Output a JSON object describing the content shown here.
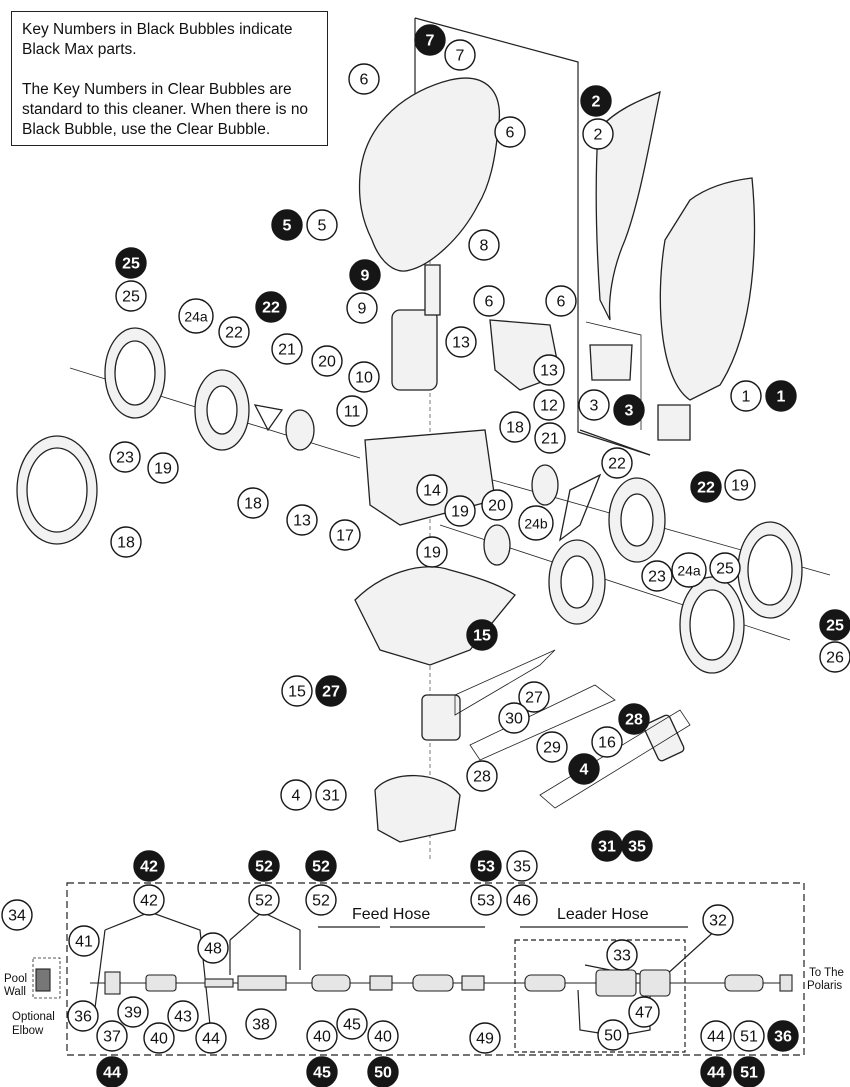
{
  "note": {
    "line1": "Key Numbers in Black Bubbles indicate Black Max parts.",
    "line2": "The Key Numbers in Clear Bubbles are standard to this cleaner. When there is no Black Bubble, use the Clear Bubble."
  },
  "labels": {
    "feed_hose": "Feed Hose",
    "leader_hose": "Leader Hose",
    "pool_wall_1": "Pool",
    "pool_wall_2": "Wall",
    "optional_1": "Optional",
    "optional_2": "Elbow",
    "to_polaris_1": "To The",
    "to_polaris_2": "Polaris"
  },
  "callouts": [
    {
      "n": "7",
      "black": true
    },
    {
      "n": "7",
      "black": false
    },
    {
      "n": "6",
      "black": false
    },
    {
      "n": "6",
      "black": false
    },
    {
      "n": "2",
      "black": true
    },
    {
      "n": "2",
      "black": false
    },
    {
      "n": "5",
      "black": true
    },
    {
      "n": "5",
      "black": false
    },
    {
      "n": "8",
      "black": false
    },
    {
      "n": "9",
      "black": true
    },
    {
      "n": "9",
      "black": false
    },
    {
      "n": "25",
      "black": true
    },
    {
      "n": "25",
      "black": false
    },
    {
      "n": "24a",
      "black": false
    },
    {
      "n": "22",
      "black": true
    },
    {
      "n": "22",
      "black": false
    },
    {
      "n": "21",
      "black": false
    },
    {
      "n": "20",
      "black": false
    },
    {
      "n": "6",
      "black": false
    },
    {
      "n": "6",
      "black": false
    },
    {
      "n": "13",
      "black": false
    },
    {
      "n": "10",
      "black": false
    },
    {
      "n": "11",
      "black": false
    },
    {
      "n": "13",
      "black": false
    },
    {
      "n": "12",
      "black": false
    },
    {
      "n": "3",
      "black": false
    },
    {
      "n": "3",
      "black": true
    },
    {
      "n": "1",
      "black": false
    },
    {
      "n": "1",
      "black": true
    },
    {
      "n": "23",
      "black": false
    },
    {
      "n": "19",
      "black": false
    },
    {
      "n": "18",
      "black": false
    },
    {
      "n": "13",
      "black": false
    },
    {
      "n": "21",
      "black": false
    },
    {
      "n": "22",
      "black": false
    },
    {
      "n": "22",
      "black": true
    },
    {
      "n": "19",
      "black": false
    },
    {
      "n": "18",
      "black": false
    },
    {
      "n": "14",
      "black": false
    },
    {
      "n": "17",
      "black": false
    },
    {
      "n": "19",
      "black": false
    },
    {
      "n": "20",
      "black": false
    },
    {
      "n": "24b",
      "black": false
    },
    {
      "n": "18",
      "black": false
    },
    {
      "n": "19",
      "black": false
    },
    {
      "n": "23",
      "black": false
    },
    {
      "n": "24a",
      "black": false
    },
    {
      "n": "25",
      "black": false
    },
    {
      "n": "25",
      "black": true
    },
    {
      "n": "26",
      "black": false
    },
    {
      "n": "15",
      "black": true
    },
    {
      "n": "15",
      "black": false
    },
    {
      "n": "27",
      "black": true
    },
    {
      "n": "27",
      "black": false
    },
    {
      "n": "30",
      "black": false
    },
    {
      "n": "28",
      "black": true
    },
    {
      "n": "29",
      "black": false
    },
    {
      "n": "16",
      "black": false
    },
    {
      "n": "28",
      "black": false
    },
    {
      "n": "4",
      "black": true
    },
    {
      "n": "4",
      "black": false
    },
    {
      "n": "31",
      "black": false
    },
    {
      "n": "31",
      "black": true
    },
    {
      "n": "35",
      "black": true
    },
    {
      "n": "42",
      "black": true
    },
    {
      "n": "52",
      "black": true
    },
    {
      "n": "52",
      "black": true
    },
    {
      "n": "53",
      "black": true
    },
    {
      "n": "35",
      "black": false
    },
    {
      "n": "42",
      "black": false
    },
    {
      "n": "52",
      "black": false
    },
    {
      "n": "52",
      "black": false
    },
    {
      "n": "53",
      "black": false
    },
    {
      "n": "46",
      "black": false
    },
    {
      "n": "32",
      "black": false
    },
    {
      "n": "34",
      "black": false
    },
    {
      "n": "41",
      "black": false
    },
    {
      "n": "48",
      "black": false
    },
    {
      "n": "33",
      "black": false
    },
    {
      "n": "36",
      "black": false
    },
    {
      "n": "37",
      "black": false
    },
    {
      "n": "39",
      "black": false
    },
    {
      "n": "43",
      "black": false
    },
    {
      "n": "38",
      "black": false
    },
    {
      "n": "40",
      "black": false
    },
    {
      "n": "44",
      "black": false
    },
    {
      "n": "40",
      "black": false
    },
    {
      "n": "45",
      "black": false
    },
    {
      "n": "40",
      "black": false
    },
    {
      "n": "49",
      "black": false
    },
    {
      "n": "47",
      "black": false
    },
    {
      "n": "50",
      "black": false
    },
    {
      "n": "44",
      "black": false
    },
    {
      "n": "51",
      "black": false
    },
    {
      "n": "36",
      "black": true
    },
    {
      "n": "44",
      "black": true
    },
    {
      "n": "45",
      "black": true
    },
    {
      "n": "50",
      "black": true
    },
    {
      "n": "44",
      "black": true
    },
    {
      "n": "51",
      "black": true
    }
  ]
}
